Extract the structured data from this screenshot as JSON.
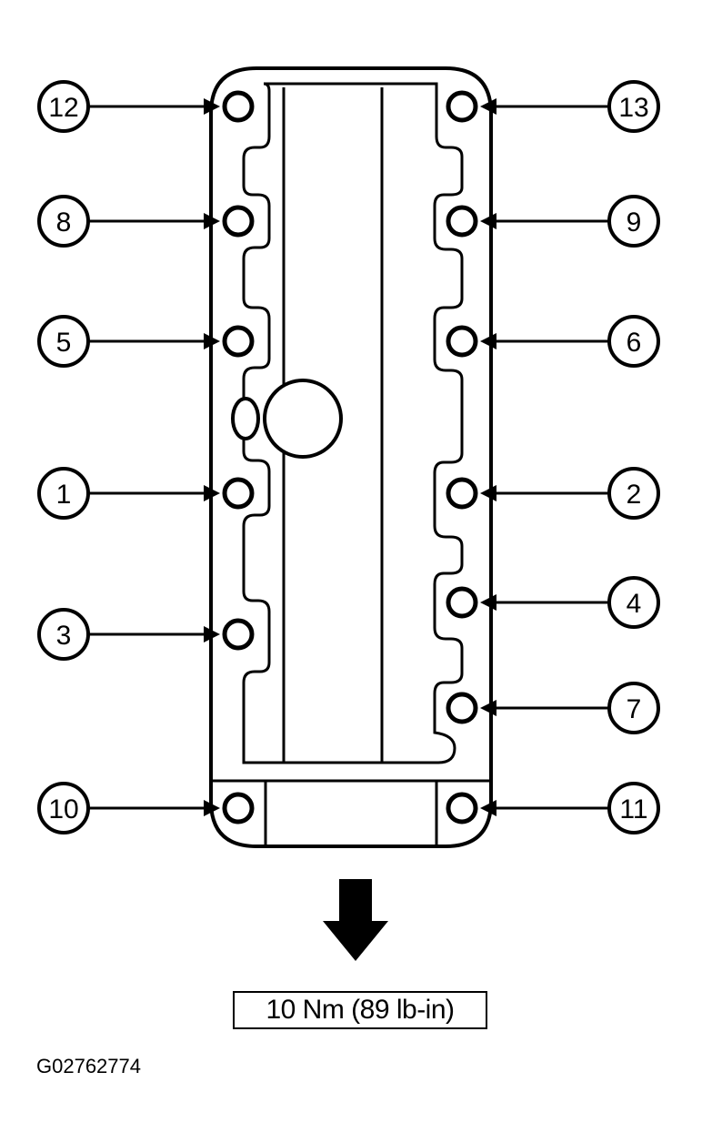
{
  "callouts": [
    {
      "id": "12",
      "side": "left",
      "row": 0
    },
    {
      "id": "13",
      "side": "right",
      "row": 0
    },
    {
      "id": "8",
      "side": "left",
      "row": 1
    },
    {
      "id": "9",
      "side": "right",
      "row": 1
    },
    {
      "id": "5",
      "side": "left",
      "row": 2
    },
    {
      "id": "6",
      "side": "right",
      "row": 2
    },
    {
      "id": "1",
      "side": "left",
      "row": 3
    },
    {
      "id": "2",
      "side": "right",
      "row": 3
    },
    {
      "id": "4",
      "side": "right",
      "row": 4
    },
    {
      "id": "3",
      "side": "left",
      "row": 5
    },
    {
      "id": "7",
      "side": "right",
      "row": 6
    },
    {
      "id": "10",
      "side": "left",
      "row": 7
    },
    {
      "id": "11",
      "side": "right",
      "row": 7
    }
  ],
  "torque_spec": "10 Nm (89 lb-in)",
  "figure_id": "G02762774",
  "colors": {
    "line": "#000000",
    "background": "#ffffff"
  },
  "icons": {
    "direction": "down-arrow-icon"
  }
}
